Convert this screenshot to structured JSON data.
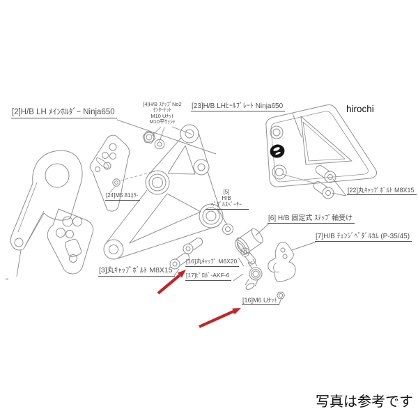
{
  "colors": {
    "line": "#8f8f8f",
    "label": "#4f4f4f",
    "arrow": "#c62222",
    "logo": "#141414",
    "ink": "#0f0f0f"
  },
  "labels": {
    "main_holder": "[2]H/B LH ﾒｲﾝﾎﾙﾀﾞｰ Ninja650",
    "step_nut": {
      "line1": "[4]H/B ｽﾃｯﾌﾟNo2",
      "line2": "ｾﾝﾀｰﾅｯﾄ",
      "line3": "M10 Uﾅｯﾄ",
      "line4": "M10平ﾜｯｼｬ"
    },
    "heel_plate": "[23]H/B LHﾋｰﾙﾌﾟﾚｰﾄ Ninja650",
    "collar": "[24]M5 81ｶﾗ-",
    "cap_bolt_m8_right": "[22]丸ｷｬｯﾌﾟﾎﾞﾙﾄ M8X15",
    "pedal_spacer": {
      "line1": "[5]",
      "line2": "H/B",
      "line3": "ﾍﾟﾀﾞﾙｽﾍﾟｰｻｰ"
    },
    "step_mount": "[6] H/B 固定式 ｽﾃｯﾌﾟ軸受け",
    "change_pedal_cam": "[7]H/B ﾁｪﾝｼﾞﾍﾟﾀﾞﾙｶﾑ (P-35/45)",
    "cap_bolt_m8_left": "[3]丸ｷｬｯﾌﾟﾎﾞﾙﾄ M8X15",
    "cap_bolt_m6": "[16]丸ｷｬｯﾌﾟ M6X20",
    "pillow_ball": "[17]ﾋﾟﾛﾎﾞ-AKF-6",
    "u_nut_m6": "[16]M6 Uﾅｯﾄ",
    "watermark": "hirochi",
    "caption": "写真は参考です"
  }
}
